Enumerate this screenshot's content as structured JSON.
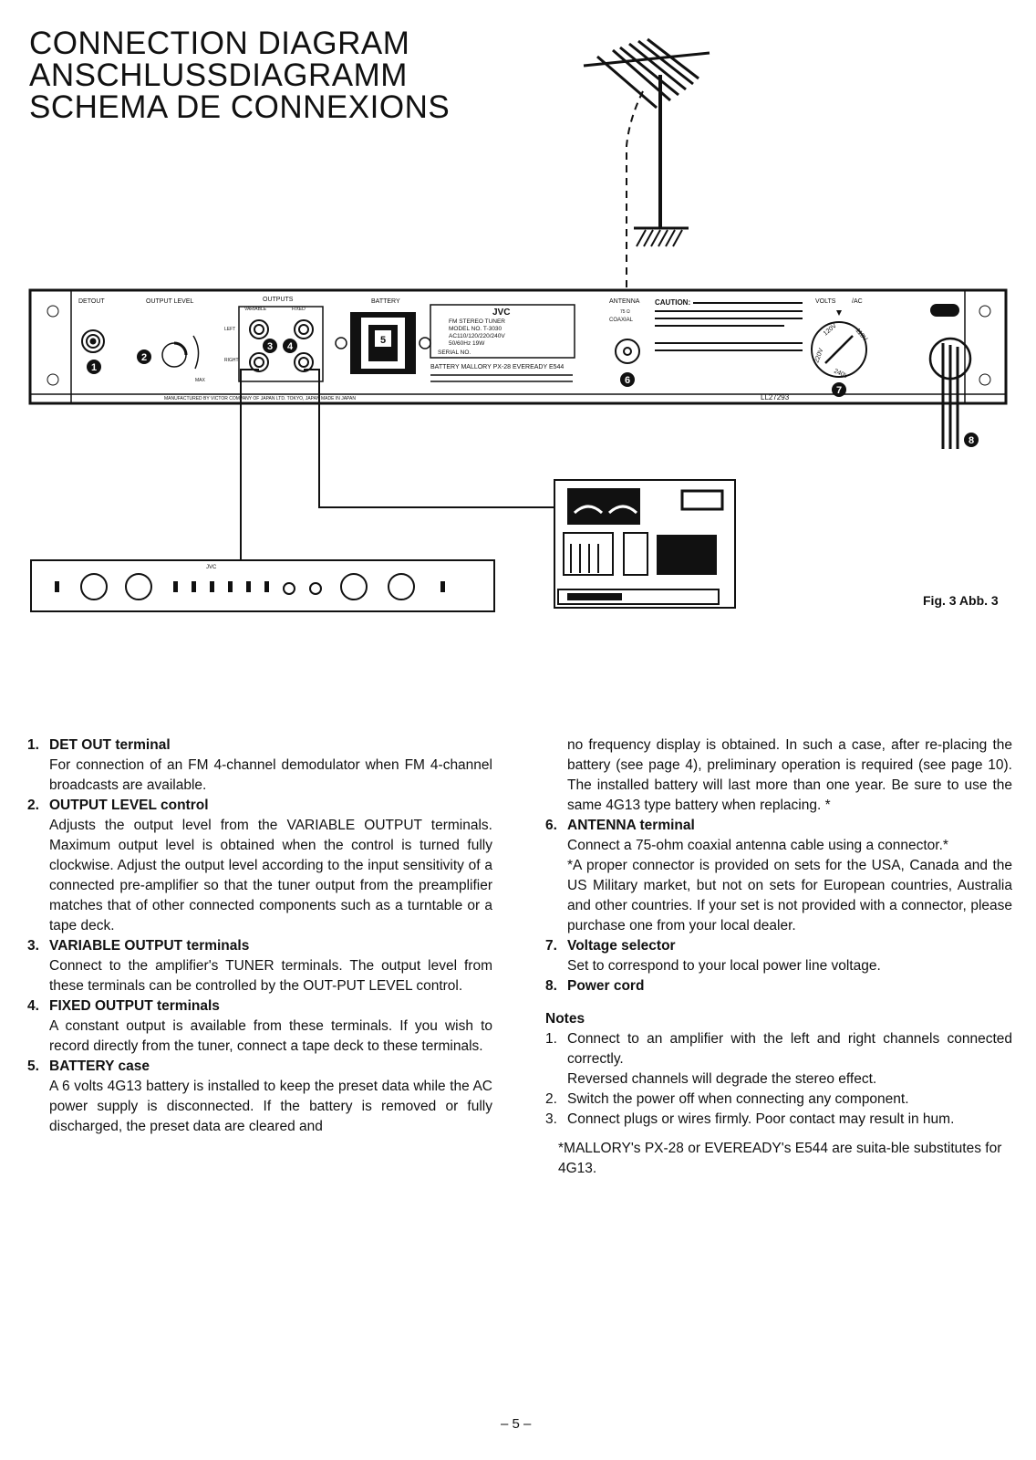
{
  "titles": [
    "CONNECTION DIAGRAM",
    "ANSCHLUSSDIAGRAMM",
    "SCHEMA DE CONNEXIONS"
  ],
  "diagram": {
    "panel_labels": {
      "detout": "DETOUT",
      "output_level": "OUTPUT LEVEL",
      "outputs": "OUTPUTS",
      "variable": "VARIABLE",
      "fixed": "FIXED",
      "left": "LEFT",
      "right": "RIGHT",
      "max": "MAX",
      "battery": "BATTERY",
      "antenna": "ANTENNA",
      "coaxial": "COAXIAL",
      "ohm": "75 Ω",
      "volts": "VOLTS",
      "ac": "/AC",
      "caution": "CAUTION:",
      "serial_code": "LL27293",
      "manufactured": "MANUFACTURED BY VICTOR COMPANY OF JAPAN LTD. TOKYO, JAPAN   MADE IN JAPAN"
    },
    "nameplate": {
      "brand": "JVC",
      "lines": [
        "FM STEREO TUNER",
        "MODEL NO. T-3030",
        "AC110/120/220/240V",
        "50/60Hz   19W",
        "SERIAL NO."
      ],
      "battery_note": "BATTERY MALLORY PX-28 EVEREADY E544"
    },
    "voltages": [
      "120V",
      "110V",
      "220V",
      "240V"
    ],
    "callouts": [
      "1",
      "2",
      "3",
      "4",
      "5",
      "6",
      "7",
      "8"
    ],
    "amp_brand": "JVC"
  },
  "figure_caption": "Fig. 3  Abb. 3",
  "left_items": [
    {
      "num": "1.",
      "title": "DET OUT terminal",
      "body": "For connection of an FM 4-channel demodulator when FM 4-channel broadcasts are available."
    },
    {
      "num": "2.",
      "title": "OUTPUT LEVEL control",
      "body": "Adjusts the output level from the VARIABLE OUTPUT terminals. Maximum output level is obtained when the control is turned fully clockwise. Adjust the output level according to the input sensitivity of a connected pre-amplifier so that the tuner output from the preamplifier matches that of other connected components such as a turntable or a tape deck."
    },
    {
      "num": "3.",
      "title": "VARIABLE OUTPUT terminals",
      "body": "Connect to the amplifier's TUNER terminals. The output level from these terminals can be controlled by the OUT-PUT LEVEL control."
    },
    {
      "num": "4.",
      "title": "FIXED OUTPUT terminals",
      "body": "A constant output is available from these terminals. If you wish to record directly from the tuner, connect a tape deck to these terminals."
    },
    {
      "num": "5.",
      "title": "BATTERY case",
      "body": "A 6 volts 4G13 battery is installed to keep the preset data while the AC power supply is disconnected. If the battery is removed or fully discharged, the preset data are cleared and"
    }
  ],
  "right_continuation": "no frequency display is obtained. In such a case, after re-placing the battery (see page 4), preliminary operation is required (see page 10). The installed battery will last more than one year. Be sure to use the same 4G13 type battery when replacing. *",
  "right_items": [
    {
      "num": "6.",
      "title": "ANTENNA terminal",
      "body": "Connect a 75-ohm coaxial antenna cable using a connector.*",
      "note": "*A proper connector is provided on sets for the USA, Canada and the US Military market, but not on sets for European countries, Australia and other countries. If your set is not provided with a connector, please purchase one from your local dealer."
    },
    {
      "num": "7.",
      "title": "Voltage selector",
      "body": "Set to correspond to your local power line voltage."
    },
    {
      "num": "8.",
      "title": "Power cord",
      "body": ""
    }
  ],
  "notes": {
    "heading": "Notes",
    "items": [
      {
        "num": "1.",
        "text": "Connect to an amplifier with the left and right channels connected correctly.",
        "extra": "Reversed channels will degrade the stereo effect."
      },
      {
        "num": "2.",
        "text": "Switch the power off when connecting any component."
      },
      {
        "num": "3.",
        "text": "Connect plugs or wires firmly. Poor contact may result in hum."
      }
    ]
  },
  "footnote": "*MALLORY's PX-28 or EVEREADY's E544 are suita-ble substitutes for 4G13.",
  "page_number": "– 5 –"
}
